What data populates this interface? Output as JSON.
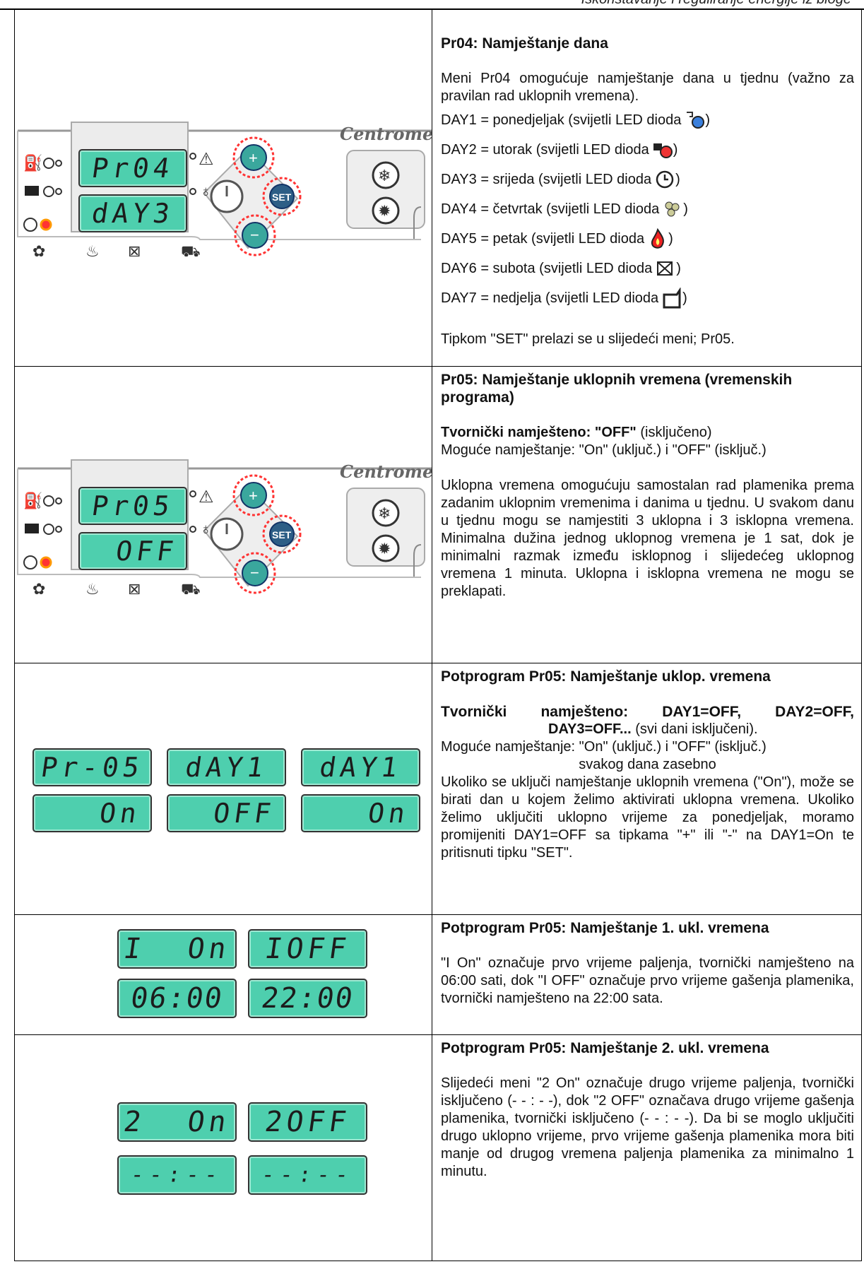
{
  "header": {
    "text": "Iskorištavanje i reguliranje energije iz bioge"
  },
  "brand": "Centrometal",
  "rows": [
    {
      "panel": {
        "top": "Pr04",
        "bottom": "dAY3"
      },
      "title": "Pr04: Namještanje dana",
      "intro": "Meni Pr04 omogućuje namještanje dana u tjednu (važno za pravilan rad uklopnih vremena).",
      "days": [
        {
          "text": "DAY1 = ponedjeljak (svijetli LED dioda",
          "icon": "tap-pump-icon"
        },
        {
          "text": "DAY2 = utorak (svijetli LED dioda",
          "icon": "radiator-pump-icon"
        },
        {
          "text": "DAY3 = srijeda (svijetli LED dioda",
          "icon": "clock-icon"
        },
        {
          "text": "DAY4 = četvrtak (svijetli LED dioda",
          "icon": "pellet-icon"
        },
        {
          "text": "DAY5 = petak (svijetli LED dioda",
          "icon": "flame-icon"
        },
        {
          "text": "DAY6 = subota (svijetli LED dioda",
          "icon": "fan-cross-icon"
        },
        {
          "text": "DAY7 = nedjelja (svijetli LED dioda",
          "icon": "tank-icon"
        }
      ],
      "close": ")",
      "outro": "Tipkom \"SET\" prelazi se u slijedeći meni; Pr05."
    },
    {
      "panel": {
        "top": "Pr05",
        "bottom": "OFF"
      },
      "title": "Pr05: Namještanje uklopnih vremena (vremenskih programa)",
      "factory_label": "Tvornički namješteno: \"OFF\"",
      "factory_rest": " (isključeno)",
      "possible": "Moguće namještanje: \"On\" (uključ.) i \"OFF\" (isključ.)",
      "body": "Uklopna vremena omogućuju samostalan rad plamenika prema zadanim uklopnim vremenima i danima u tjednu. U svakom danu u tjednu mogu se namjestiti 3 uklopna i 3 isklopna vremena. Minimalna dužina jednog uklopnog vremena je 1 sat, dok je minimalni razmak između isklopnog i slijedećeg uklopnog vremena 1 minuta. Uklopna i isklopna vremena ne mogu se preklapati."
    },
    {
      "displays": [
        {
          "top": "Pr-05",
          "bottom": "On"
        },
        {
          "top": "dAY1",
          "bottom": "OFF"
        },
        {
          "top": "dAY1",
          "bottom": "On"
        }
      ],
      "title": "Potprogram Pr05: Namještanje uklop. vremena",
      "factory_a": "Tvornički namješteno: DAY1=OFF, DAY2=OFF,",
      "factory_b": "DAY3=OFF...",
      "factory_b_rest": " (svi dani isključeni).",
      "possible": "Moguće namještanje: \"On\" (uključ.) i \"OFF\" (isključ.)",
      "possible2": "svakog dana zasebno",
      "body": "Ukoliko se uključi namještanje uklopnih vremena (\"On\"), može se birati dan u kojem želimo aktivirati uklopna vremena. Ukoliko želimo uključiti uklopno vrijeme za ponedjeljak, moramo promijeniti DAY1=OFF sa tipkama \"+\" ili \"-\" na DAY1=On te pritisnuti tipku \"SET\"."
    },
    {
      "displays": [
        {
          "top": "I  On",
          "bottom": "06:00"
        },
        {
          "top": "IOFF",
          "bottom": "22:00"
        }
      ],
      "title": "Potprogram Pr05: Namještanje 1. ukl. vremena",
      "body": "\"I On\" označuje prvo vrijeme paljenja, tvornički namješteno na 06:00 sati, dok \"I OFF\" označuje prvo vrijeme gašenja plamenika, tvornički namješteno na 22:00 sata."
    },
    {
      "displays": [
        {
          "top": "2  On",
          "bottom": "--:--"
        },
        {
          "top": "2OFF",
          "bottom": "--:--"
        }
      ],
      "title": "Potprogram Pr05: Namještanje 2. ukl. vremena",
      "body": "Slijedeći meni \"2 On\" označuje drugo vrijeme paljenja, tvornički isključeno (- - : - -), dok \"2 OFF\" označava drugo vrijeme gašenja plamenika, tvornički isključeno (- - : - -). Da bi se moglo uključiti drugo uklopno vrijeme, prvo vrijeme gašenja plamenika mora biti manje od drugog vremena paljenja plamenika za minimalno 1 minutu."
    }
  ]
}
